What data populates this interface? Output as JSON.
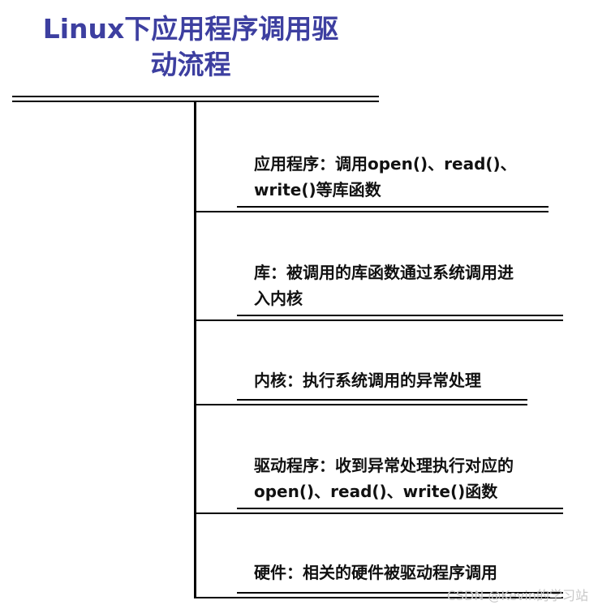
{
  "title_line1": "Linux下应用程序调用驱",
  "title_line2": "动流程",
  "nodes": [
    {
      "line1": "应用程序：调用open()、read()、",
      "line2": "write()等库函数"
    },
    {
      "line1": "库：被调用的库函数通过系统调用进",
      "line2": "入内核"
    },
    {
      "line1": "内核：执行系统调用的异常处理",
      "line2": ""
    },
    {
      "line1": "驱动程序：收到异常处理执行对应的",
      "line2": "open()、read()、write()函数"
    },
    {
      "line1": "硬件：相关的硬件被驱动程序调用",
      "line2": ""
    }
  ],
  "watermark": "CSDN @Kevin的学习站"
}
